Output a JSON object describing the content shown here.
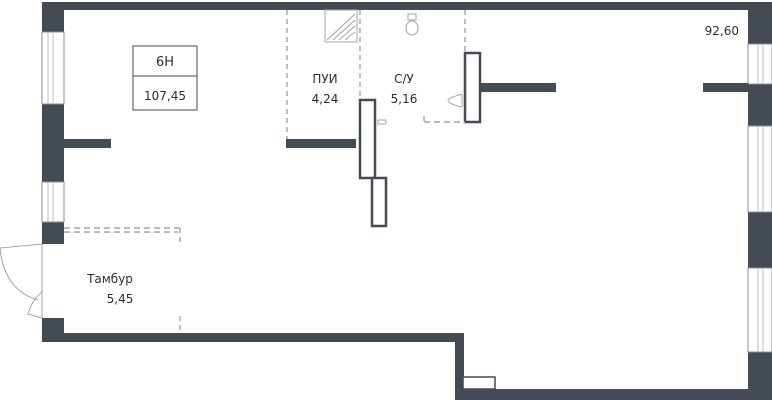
{
  "unit": {
    "number": "6Н",
    "total_area": "107,45"
  },
  "rooms": {
    "main": {
      "area": "92,60"
    },
    "storage": {
      "name": "ПУИ",
      "area": "4,24"
    },
    "bathroom": {
      "name": "С/У",
      "area": "5,16"
    },
    "vestibule": {
      "name": "Тамбур",
      "area": "5,45"
    }
  },
  "colors": {
    "wall": "#444b55",
    "dashed_partition": "#a0a4aa",
    "background": "#ffffff"
  }
}
